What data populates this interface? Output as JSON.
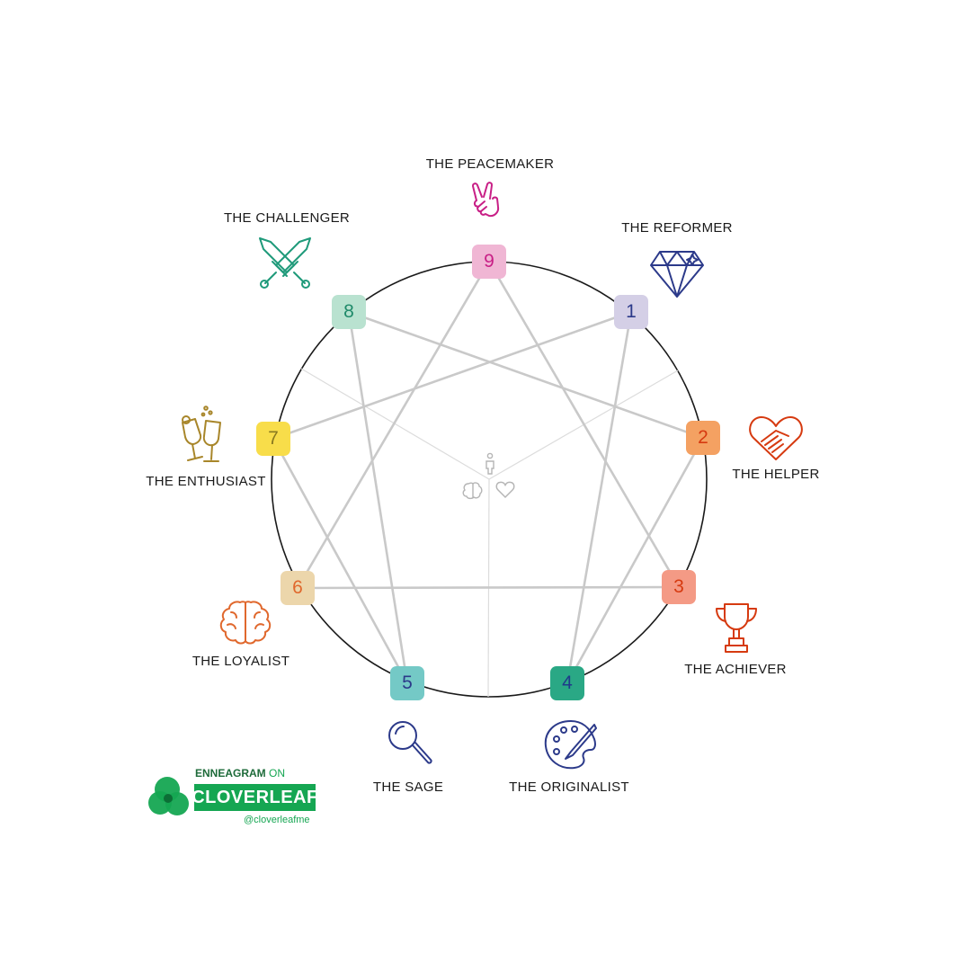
{
  "colors": {
    "circle": "#1a1a1a",
    "lines": "#c9c9c9",
    "divider": "#dcdcdc",
    "brand_green": "#15a652"
  },
  "types": [
    {
      "number": "1",
      "name": "THE REFORMER",
      "bg": "#d4cfe6",
      "fg": "#2c3a8a",
      "icon": "diamond-icon"
    },
    {
      "number": "2",
      "name": "THE HELPER",
      "bg": "#f4a162",
      "fg": "#d63a10",
      "icon": "heart-hands-icon"
    },
    {
      "number": "3",
      "name": "THE ACHIEVER",
      "bg": "#f49a85",
      "fg": "#d63a10",
      "icon": "trophy-icon"
    },
    {
      "number": "4",
      "name": "THE ORIGINALIST",
      "bg": "#2aa885",
      "fg": "#1f3a8a",
      "icon": "palette-icon"
    },
    {
      "number": "5",
      "name": "THE SAGE",
      "bg": "#74c9c6",
      "fg": "#2c3a8a",
      "icon": "magnifier-icon"
    },
    {
      "number": "6",
      "name": "THE LOYALIST",
      "bg": "#ecd6ab",
      "fg": "#e0682d",
      "icon": "brain-icon"
    },
    {
      "number": "7",
      "name": "THE ENTHUSIAST",
      "bg": "#f8dd4a",
      "fg": "#8a7a20",
      "icon": "champagne-icon"
    },
    {
      "number": "8",
      "name": "THE CHALLENGER",
      "bg": "#b9e2d0",
      "fg": "#1f8a6a",
      "icon": "swords-icon"
    },
    {
      "number": "9",
      "name": "THE PEACEMAKER",
      "bg": "#f0b6d4",
      "fg": "#c81f86",
      "icon": "peace-hand-icon"
    }
  ],
  "connections": {
    "hexad": [
      [
        "1",
        "4"
      ],
      [
        "4",
        "2"
      ],
      [
        "2",
        "8"
      ],
      [
        "8",
        "5"
      ],
      [
        "5",
        "7"
      ],
      [
        "7",
        "1"
      ]
    ],
    "triangle": [
      [
        "9",
        "3"
      ],
      [
        "3",
        "6"
      ],
      [
        "6",
        "9"
      ]
    ]
  },
  "center_icons": [
    "body-icon",
    "head-icon",
    "heart-icon"
  ],
  "logo": {
    "line1_bold": "ENNEAGRAM",
    "line1_rest": "ON",
    "name": "CLOVERLEAF",
    "handle": "@cloverleafme"
  }
}
